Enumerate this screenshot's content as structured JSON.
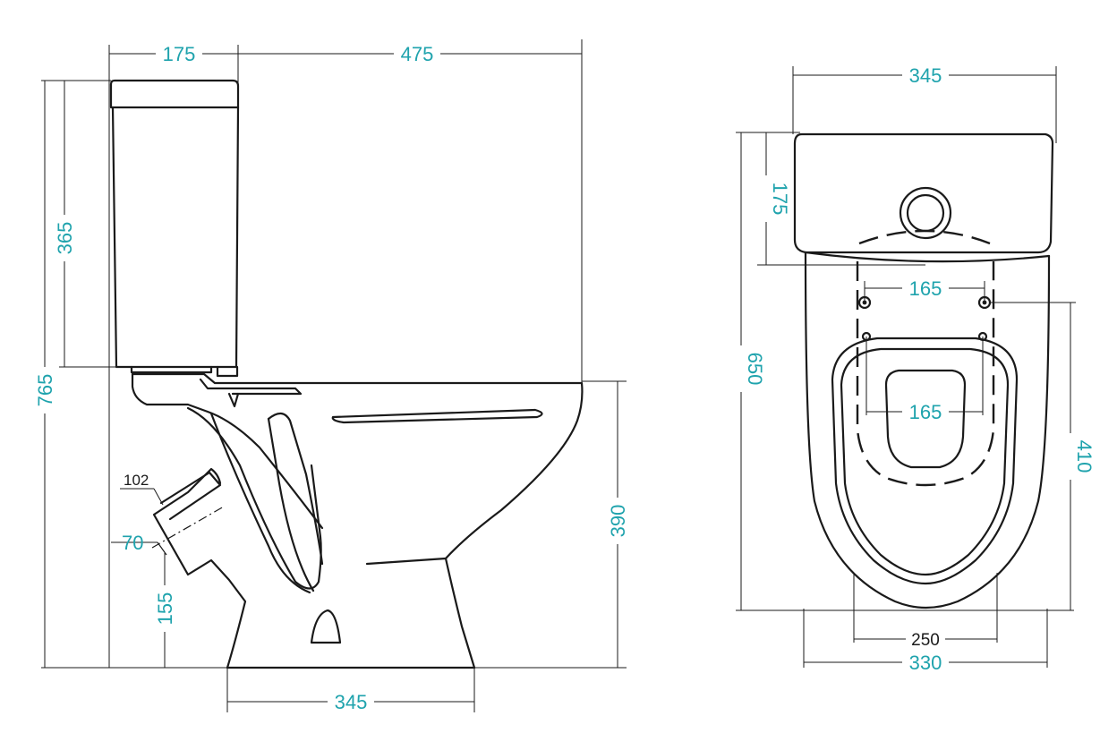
{
  "side_view": {
    "tank_depth": "175",
    "bowl_length": "475",
    "total_height": "765",
    "tank_height": "365",
    "rim_height": "390",
    "outlet_diameter": "102",
    "outlet_offset": "70",
    "outlet_height": "155",
    "base_length": "345"
  },
  "top_view": {
    "tank_width": "345",
    "tank_length": "175",
    "total_depth": "650",
    "bolt_spacing_rear": "165",
    "bolt_spacing_front": "165",
    "bowl_depth": "410",
    "seat_width": "250",
    "bowl_width": "330"
  },
  "colors": {
    "dimension_text": "#1fa3ad",
    "lines": "#1a1a1a"
  }
}
